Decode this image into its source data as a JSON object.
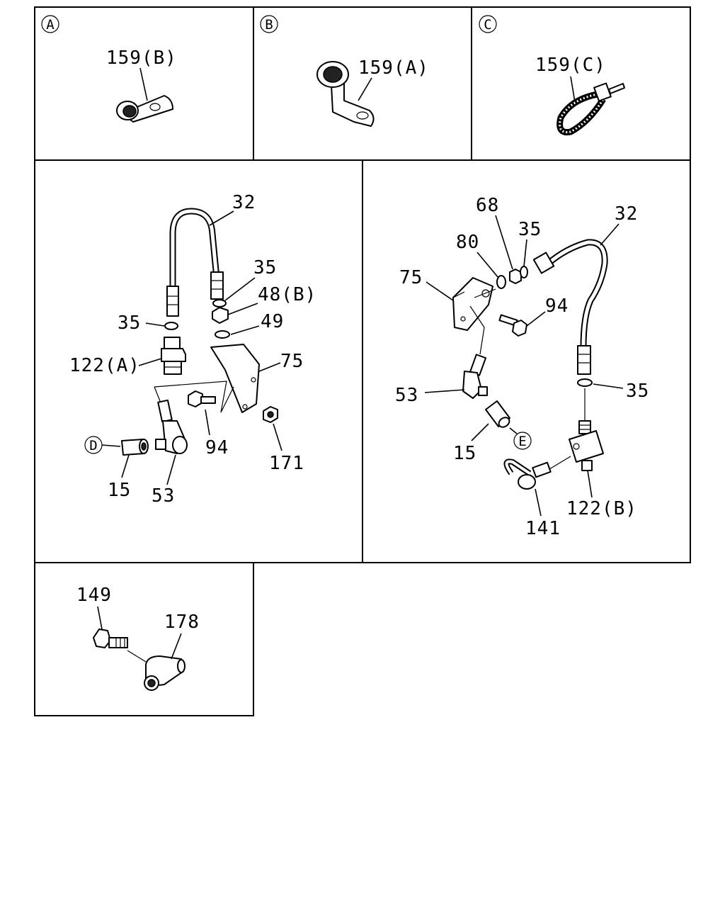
{
  "panels": {
    "a": {
      "marker": "A",
      "part_label": "159(B)"
    },
    "b": {
      "marker": "B",
      "part_label": "159(A)"
    },
    "c": {
      "marker": "C",
      "part_label": "159(C)"
    },
    "left": {
      "labels": {
        "hose": "32",
        "washer_top": "35",
        "nut": "48(B)",
        "lock_washer": "49",
        "washer_left": "35",
        "connector": "122(A)",
        "bracket": "75",
        "bolt": "94",
        "flange_nut": "171",
        "marker_d": "D",
        "cap": "15",
        "elbow": "53"
      }
    },
    "right": {
      "labels": {
        "nut_68": "68",
        "washer_80": "80",
        "washer_35_top": "35",
        "hose": "32",
        "bracket": "75",
        "bolt": "94",
        "washer_35_right": "35",
        "elbow": "53",
        "cap": "15",
        "marker_e": "E",
        "tee": "122(B)",
        "bleeder": "141"
      }
    },
    "bottom": {
      "labels": {
        "bolt": "149",
        "union": "178"
      }
    }
  }
}
